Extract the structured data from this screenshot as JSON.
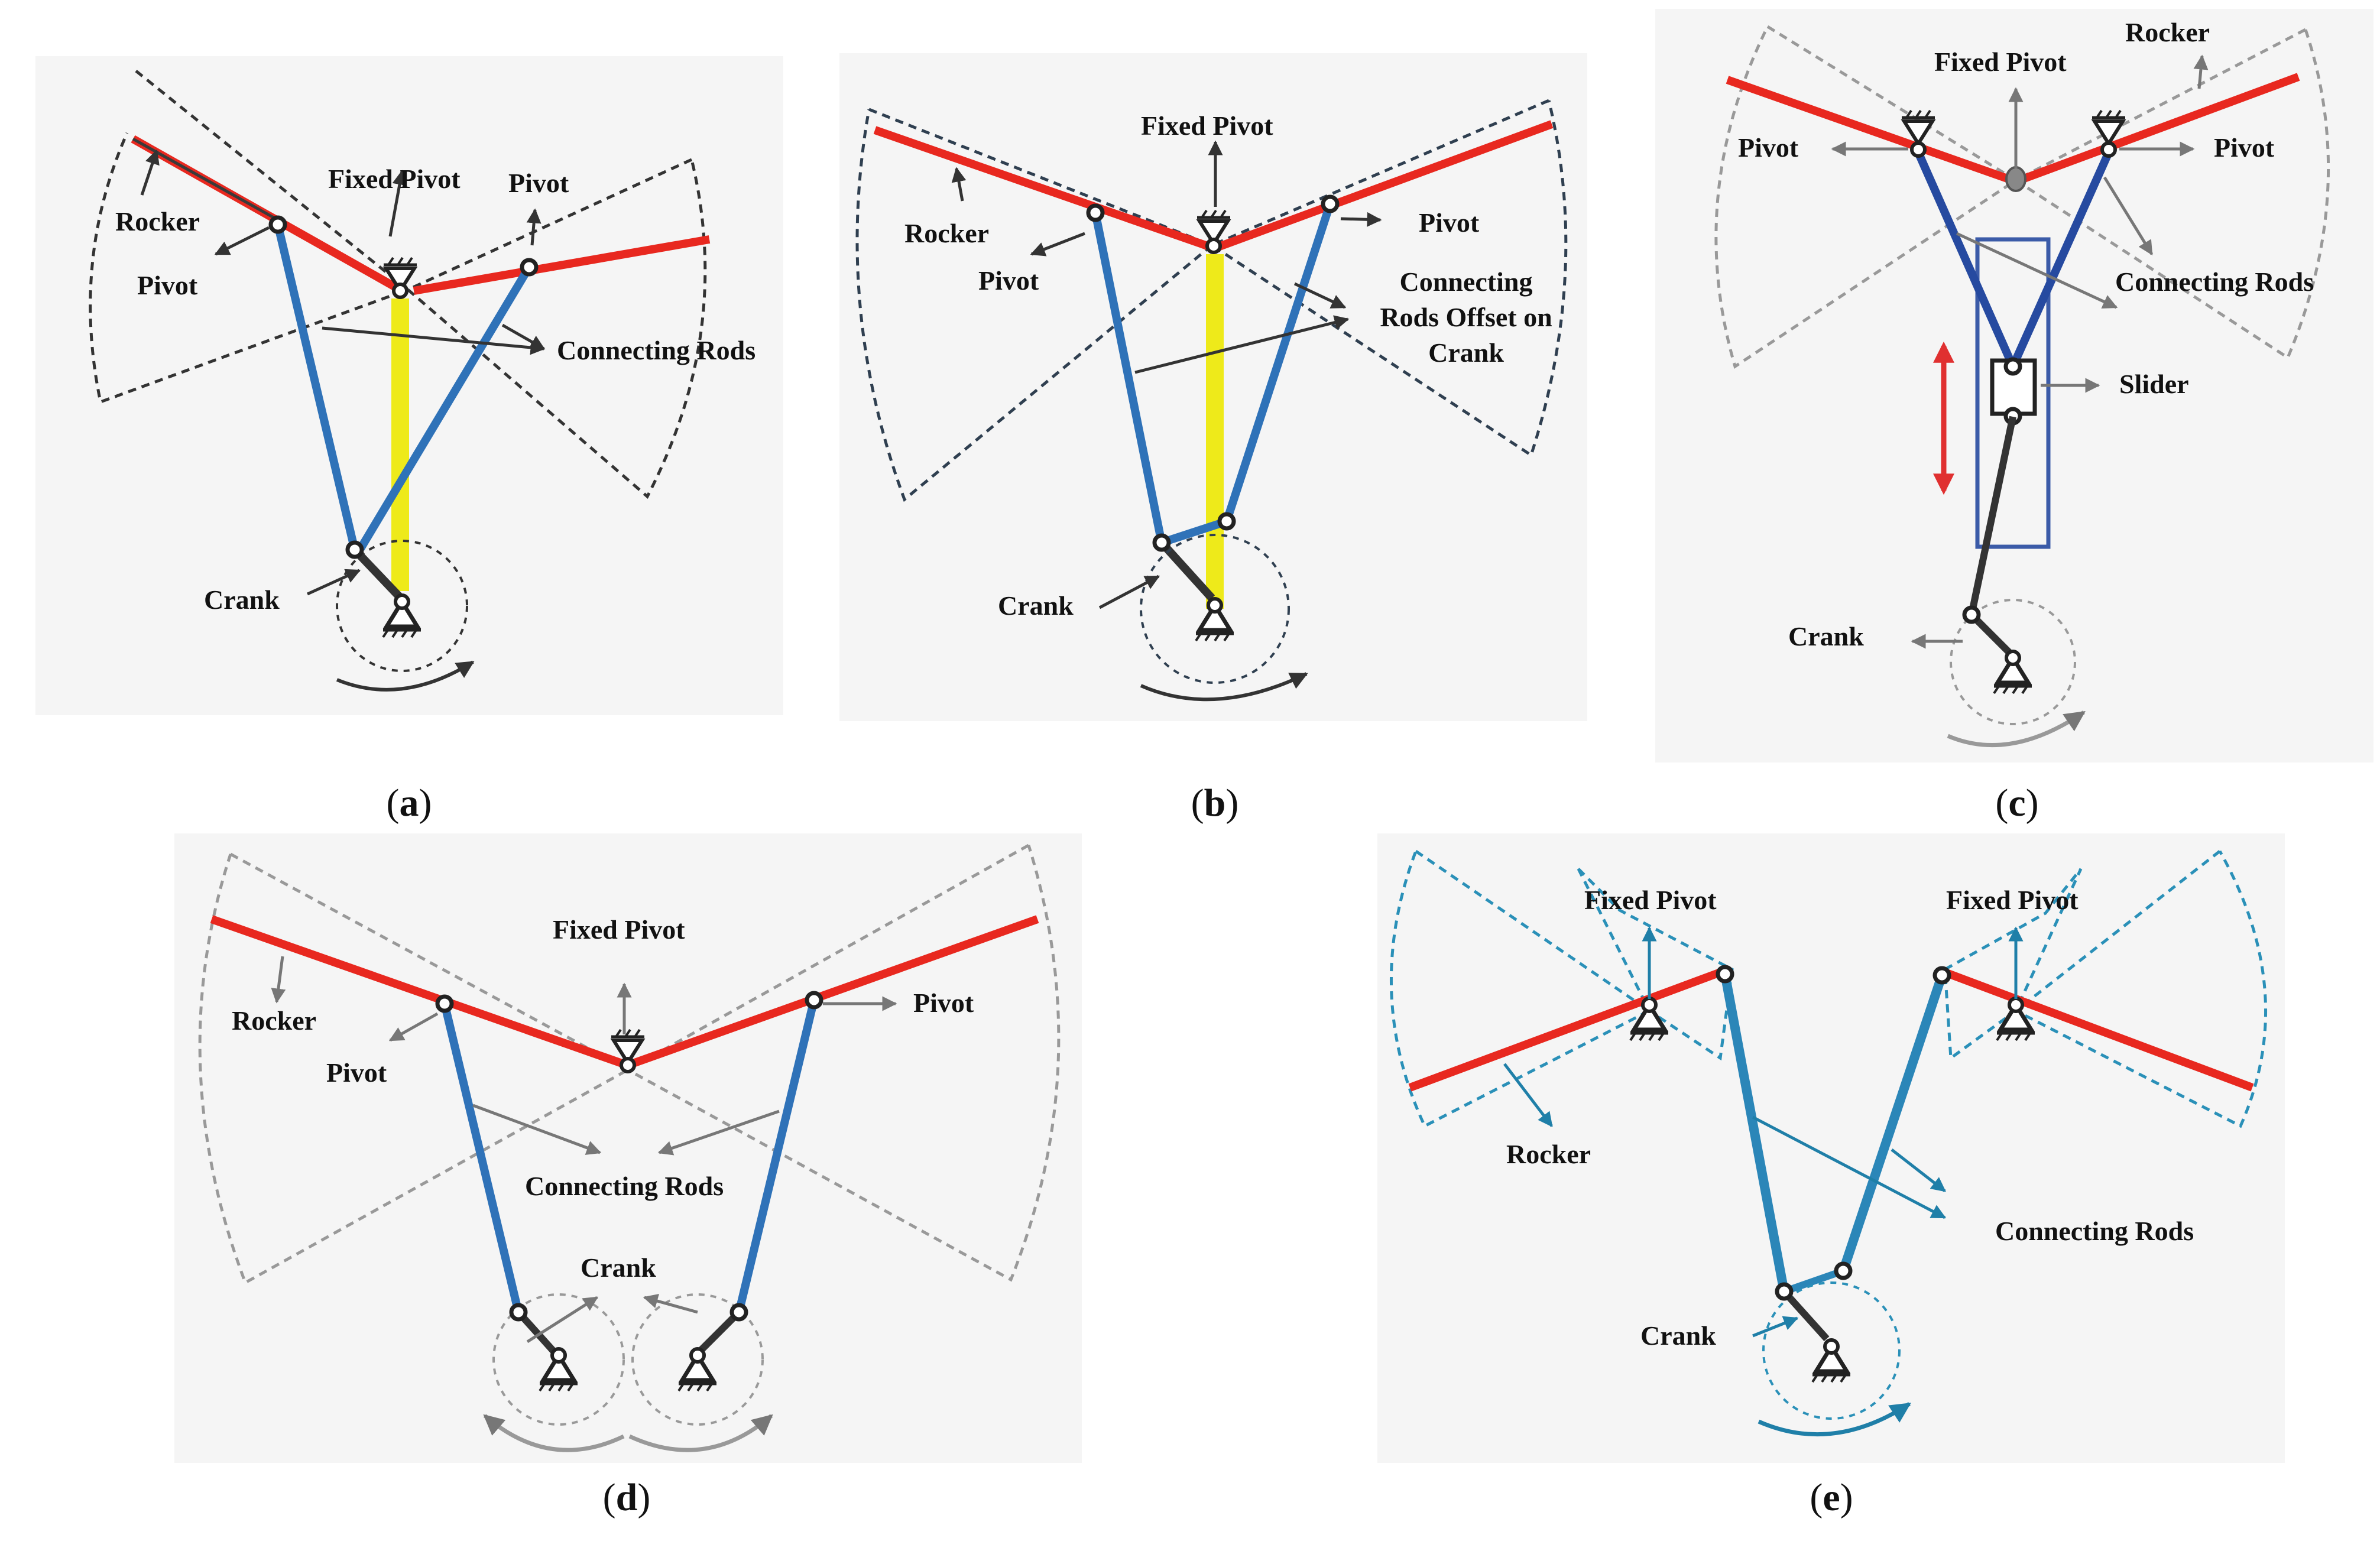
{
  "colors": {
    "rocker": "#e8281f",
    "rod": "#2f72b8",
    "rod_teal": "#2b86b8",
    "crank": "#333333",
    "offset_bar": "#eeea1a",
    "panel_bg": "#f5f5f5",
    "swing_dash": "#8f8f8f",
    "swing_dash_dark": "#3a4a5a",
    "swing_dash_teal": "#2a90b8",
    "slider_box": "#3b5ba8",
    "motion_arrow": "#e03030"
  },
  "panels": [
    {
      "id": "a",
      "caption": "a",
      "labels": {
        "rocker": "Rocker",
        "pivot_left": "Pivot",
        "fixed_pivot": "Fixed Pivot",
        "pivot_right": "Pivot",
        "connecting_rods": "Connecting Rods",
        "crank": "Crank"
      }
    },
    {
      "id": "b",
      "caption": "b",
      "labels": {
        "rocker": "Rocker",
        "pivot_left": "Pivot",
        "fixed_pivot": "Fixed Pivot",
        "pivot_right": "Pivot",
        "offset_line1": "Connecting",
        "offset_line2": "Rods Offset on",
        "offset_line3": "Crank",
        "crank": "Crank"
      }
    },
    {
      "id": "c",
      "caption": "c",
      "labels": {
        "rocker": "Rocker",
        "fixed_pivot": "Fixed Pivot",
        "pivot_left": "Pivot",
        "pivot_right": "Pivot",
        "connecting_rods": "Connecting Rods",
        "slider": "Slider",
        "crank": "Crank"
      }
    },
    {
      "id": "d",
      "caption": "d",
      "labels": {
        "fixed_pivot": "Fixed Pivot",
        "rocker": "Rocker",
        "pivot_left": "Pivot",
        "pivot_right": "Pivot",
        "connecting_rods": "Connecting Rods",
        "crank": "Crank"
      }
    },
    {
      "id": "e",
      "caption": "e",
      "labels": {
        "fixed_pivot_left": "Fixed Pivot",
        "fixed_pivot_right": "Fixed Pivot",
        "rocker": "Rocker",
        "connecting_rods": "Connecting Rods",
        "crank": "Crank"
      }
    }
  ]
}
